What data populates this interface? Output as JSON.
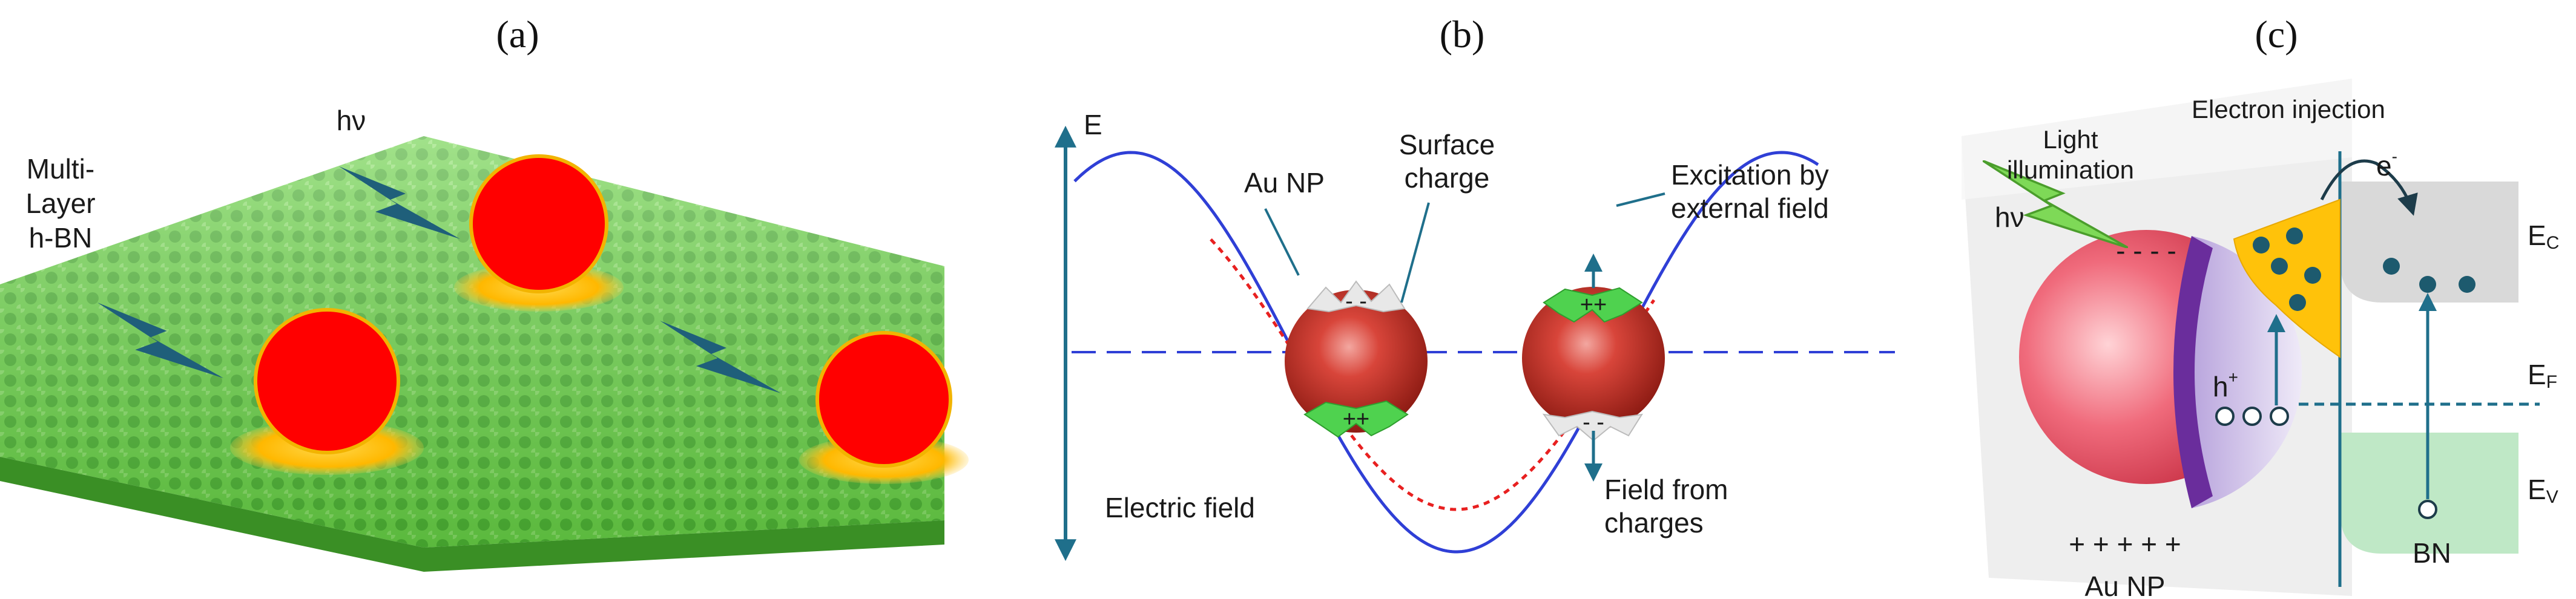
{
  "panels": {
    "a": {
      "label": "(a)",
      "photon": "hν",
      "layer_lines": [
        "Multi-",
        "Layer",
        "h-BN"
      ]
    },
    "b": {
      "label": "(b)",
      "axis": "E",
      "au_np": "Au NP",
      "surface_charge": [
        "Surface",
        "charge"
      ],
      "excitation": [
        "Excitation by",
        "external field"
      ],
      "electric_field": "Electric field",
      "field_from_charges": [
        "Field from",
        "charges"
      ],
      "charge_minus": "- -",
      "charge_plus": "++"
    },
    "c": {
      "label": "(c)",
      "light": [
        "Light",
        "illumination"
      ],
      "electron_injection": "Electron injection",
      "photon": "hν",
      "electron": "e",
      "electron_sup": "-",
      "hole": "h",
      "hole_sup": "+",
      "minus_row": "- - - -",
      "plus_row": "+ + + + +",
      "au_np": "Au NP",
      "bn": "BN",
      "ec": "E",
      "ec_sub": "C",
      "ef": "E",
      "ef_sub": "F",
      "ev": "E",
      "ev_sub": "V"
    }
  },
  "colors": {
    "hbn_green": "#58c23a",
    "np_red": "#ff0000",
    "gold": "#ffc20a",
    "lightning": "#1f5f7a",
    "field_blue": "#2f3fd6",
    "dashed_red": "#e82020",
    "arrow_teal": "#1f6f8b",
    "purple": "#6a2d9c"
  }
}
